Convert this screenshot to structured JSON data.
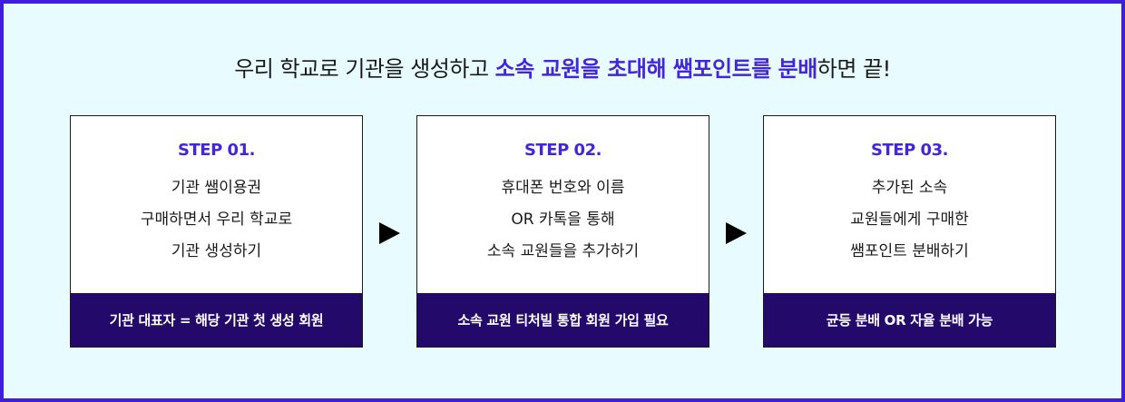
{
  "headline": {
    "prefix": "우리 학교로 기관을 생성하고 ",
    "highlight": "소속 교원을 초대해 쌤포인트를 분배",
    "suffix": "하면 끝!"
  },
  "steps": [
    {
      "label": "STEP 01.",
      "lines": [
        "기관 쌤이용권",
        "구매하면서 우리 학교로",
        "기관 생성하기"
      ],
      "footer": "기관 대표자 = 해당 기관 첫 생성 회원"
    },
    {
      "label": "STEP 02.",
      "lines": [
        "휴대폰 번호와 이름",
        "OR 카톡을 통해",
        "소속 교원들을 추가하기"
      ],
      "footer": "소속 교원 티처빌 통합 회원 가입 필요"
    },
    {
      "label": "STEP 03.",
      "lines": [
        "추가된 소속",
        "교원들에게 구매한",
        "쌤포인트 분배하기"
      ],
      "footer": "균등 분배 OR 자율 분배 가능"
    }
  ],
  "colors": {
    "accent": "#4326d9",
    "footer_bg": "#22096a",
    "background": "#e8fcff",
    "frame": "#3d1fd6"
  }
}
